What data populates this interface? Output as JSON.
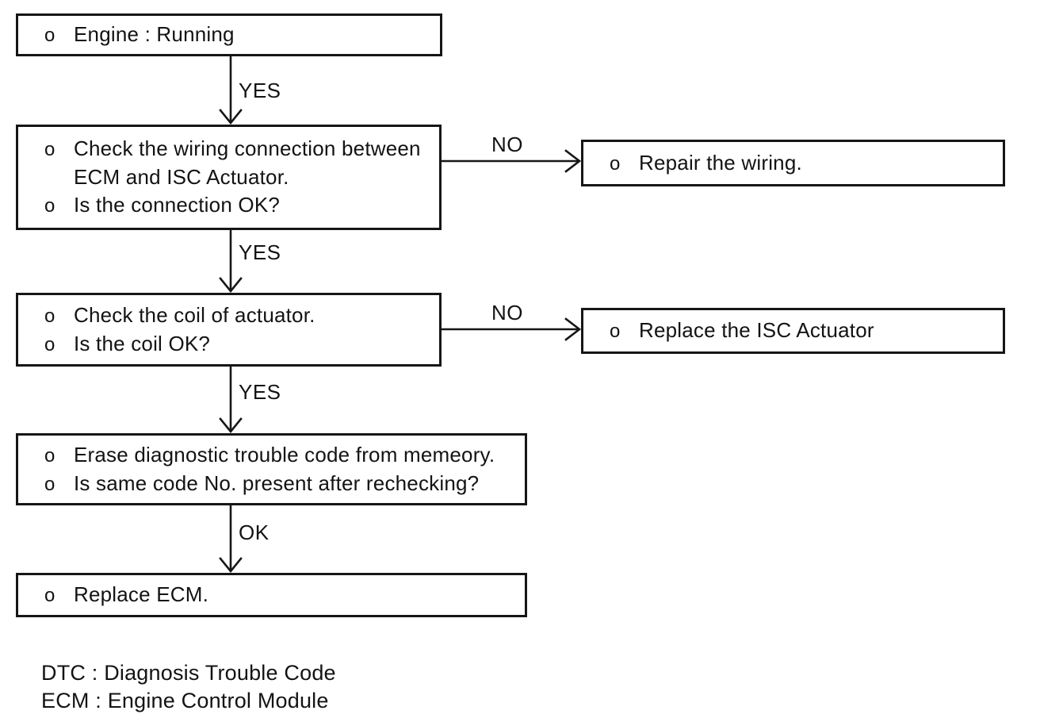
{
  "page": {
    "background_color": "#ffffff",
    "ink_color": "#161616"
  },
  "flow": {
    "boxes": {
      "engine_running": {
        "lines": [
          {
            "bullet": "o",
            "text": "Engine : Running"
          }
        ]
      },
      "check_wiring": {
        "lines": [
          {
            "bullet": "o",
            "text": "Check the wiring connection between"
          },
          {
            "bullet": "",
            "text": "ECM and ISC Actuator."
          },
          {
            "bullet": "o",
            "text": "Is the connection OK?"
          }
        ]
      },
      "repair_wiring": {
        "lines": [
          {
            "bullet": "o",
            "text": "Repair the wiring."
          }
        ]
      },
      "check_coil": {
        "lines": [
          {
            "bullet": "o",
            "text": "Check the coil of actuator."
          },
          {
            "bullet": "o",
            "text": "Is the coil OK?"
          }
        ]
      },
      "replace_actuator": {
        "lines": [
          {
            "bullet": "o",
            "text": "Replace the ISC Actuator"
          }
        ]
      },
      "erase_dtc": {
        "lines": [
          {
            "bullet": "o",
            "text": "Erase diagnostic trouble code from memeory."
          },
          {
            "bullet": "o",
            "text": "Is same code No. present after rechecking?"
          }
        ]
      },
      "replace_ecm": {
        "lines": [
          {
            "bullet": "o",
            "text": "Replace ECM."
          }
        ]
      }
    },
    "edge_labels": {
      "yes_1": "YES",
      "no_1": "NO",
      "yes_2": "YES",
      "no_2": "NO",
      "yes_3": "YES",
      "ok_1": "OK"
    },
    "legend": {
      "line_1": "DTC : Diagnosis Trouble Code",
      "line_2": "ECM : Engine Control Module"
    }
  }
}
